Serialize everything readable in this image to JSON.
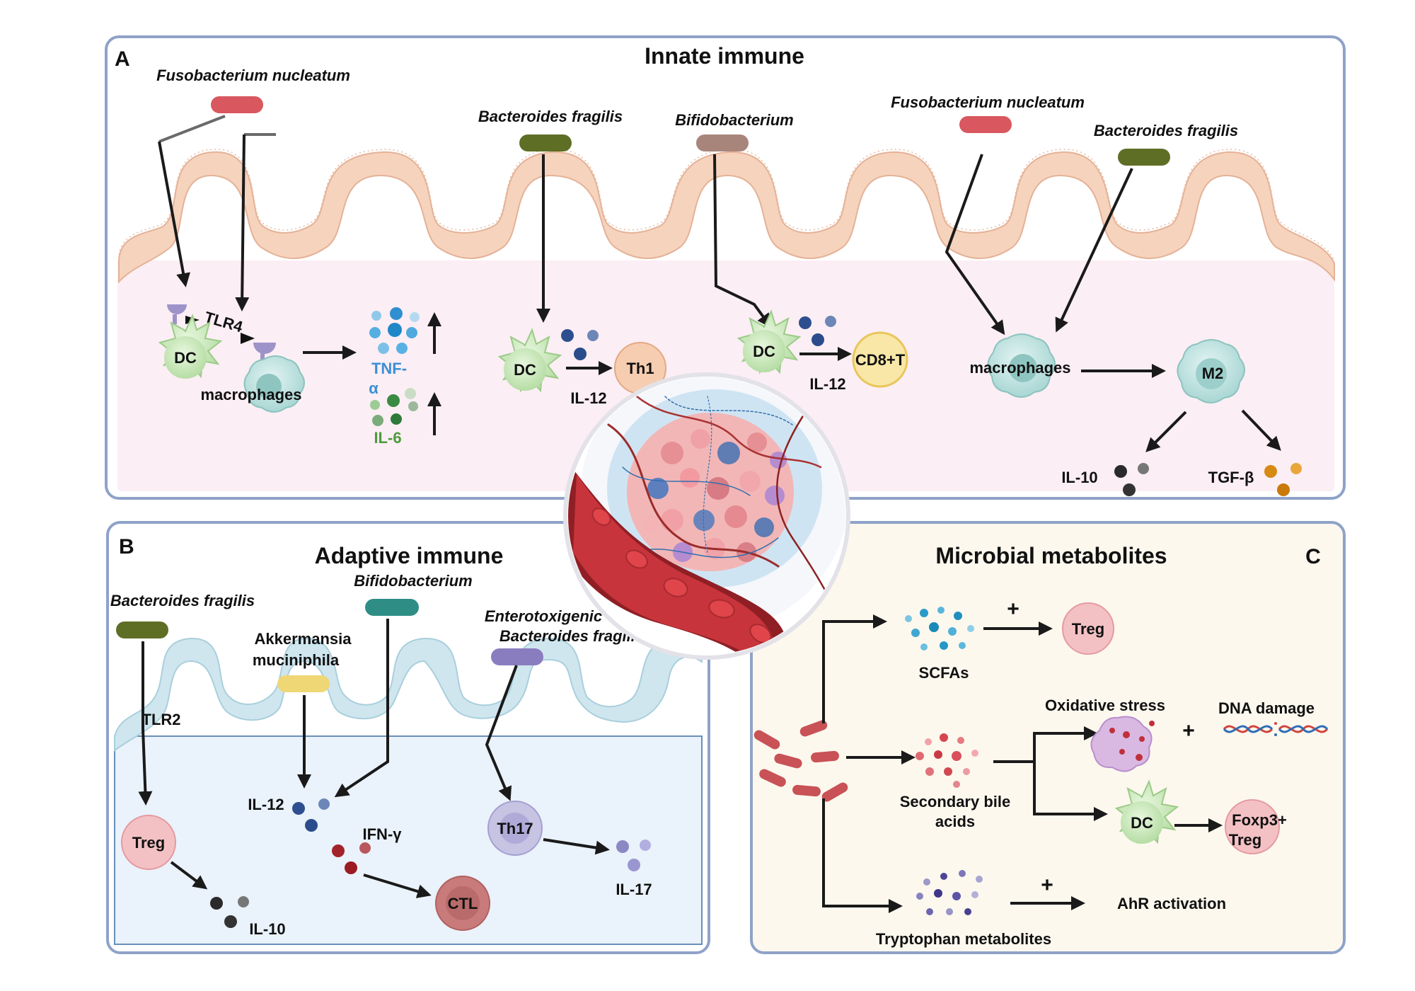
{
  "panels": {
    "a": {
      "letter": "A",
      "title": "Innate immune",
      "bacteria": {
        "fn1": "Fusobacterium nucleatum",
        "bf1": "Bacteroides fragilis",
        "bifido": "Bifidobacterium",
        "fn2": "Fusobacterium nucleatum",
        "bf2": "Bacteroides fragilis"
      },
      "labels": {
        "tlr4": "TLR4",
        "dc1": "DC",
        "macrophages1": "macrophages",
        "tnf": "TNF-",
        "alpha": "α",
        "il6": "IL-6",
        "dc2": "DC",
        "th1": "Th1",
        "il12a": "IL-12",
        "dc3": "DC",
        "cd8t": "CD8+T",
        "il12b": "IL-12",
        "macrophages2": "macrophages",
        "m2": "M2",
        "il10": "IL-10",
        "tgfb": "TGF-β"
      }
    },
    "b": {
      "letter": "B",
      "title": "Adaptive immune",
      "bacteria": {
        "bf": "Bacteroides fragilis",
        "bifido": "Bifidobacterium",
        "akk1": "Akkermansia",
        "akk2": "muciniphila",
        "etbf1": "Enterotoxigenic",
        "etbf2": "Bacteroides fragilis"
      },
      "labels": {
        "tlr2": "TLR2",
        "treg": "Treg",
        "il10": "IL-10",
        "il12": "IL-12",
        "ifng": "IFN-γ",
        "ctl": "CTL",
        "th17": "Th17",
        "il17": "IL-17"
      }
    },
    "c": {
      "letter": "C",
      "title": "Microbial metabolites",
      "labels": {
        "scfas": "SCFAs",
        "plus1": "+",
        "treg": "Treg",
        "oxidative": "Oxidative stress",
        "plus2": "+",
        "dna": "DNA damage",
        "bile1": "Secondary bile",
        "bile2": "acids",
        "dc": "DC",
        "foxp3a": "Foxp3+",
        "foxp3b": "Treg",
        "plus3": "+",
        "ahr": "AhR  activation",
        "trp": "Tryptophan metabolites"
      }
    }
  },
  "colors": {
    "panel_a_bg": "#fbeef4",
    "panel_b_bg": "#eaf2fb",
    "panel_c_bg": "#fcf8ee",
    "panel_border": "#8fa2c8",
    "epithelium_a": "#f6d3bd",
    "epithelium_b": "#cfe6ef",
    "fusobacterium": "#d9575e",
    "bacteroides": "#5e6e25",
    "bifidobacterium": "#a8857b",
    "bifidobacterium_b": "#2e8e86",
    "akkermansia": "#efd775",
    "etbf": "#8a7dbf",
    "dc": "#cdeac0",
    "macrophage": "#bfe2e0",
    "tnf": "#3b8fd6",
    "il6": "#4e9a3d",
    "treg": "#f3c1c4",
    "th1": "#f6cdb0",
    "cd8t": "#f9e7a8",
    "ctl": "#c97a7a",
    "th17": "#c7c3e3"
  }
}
